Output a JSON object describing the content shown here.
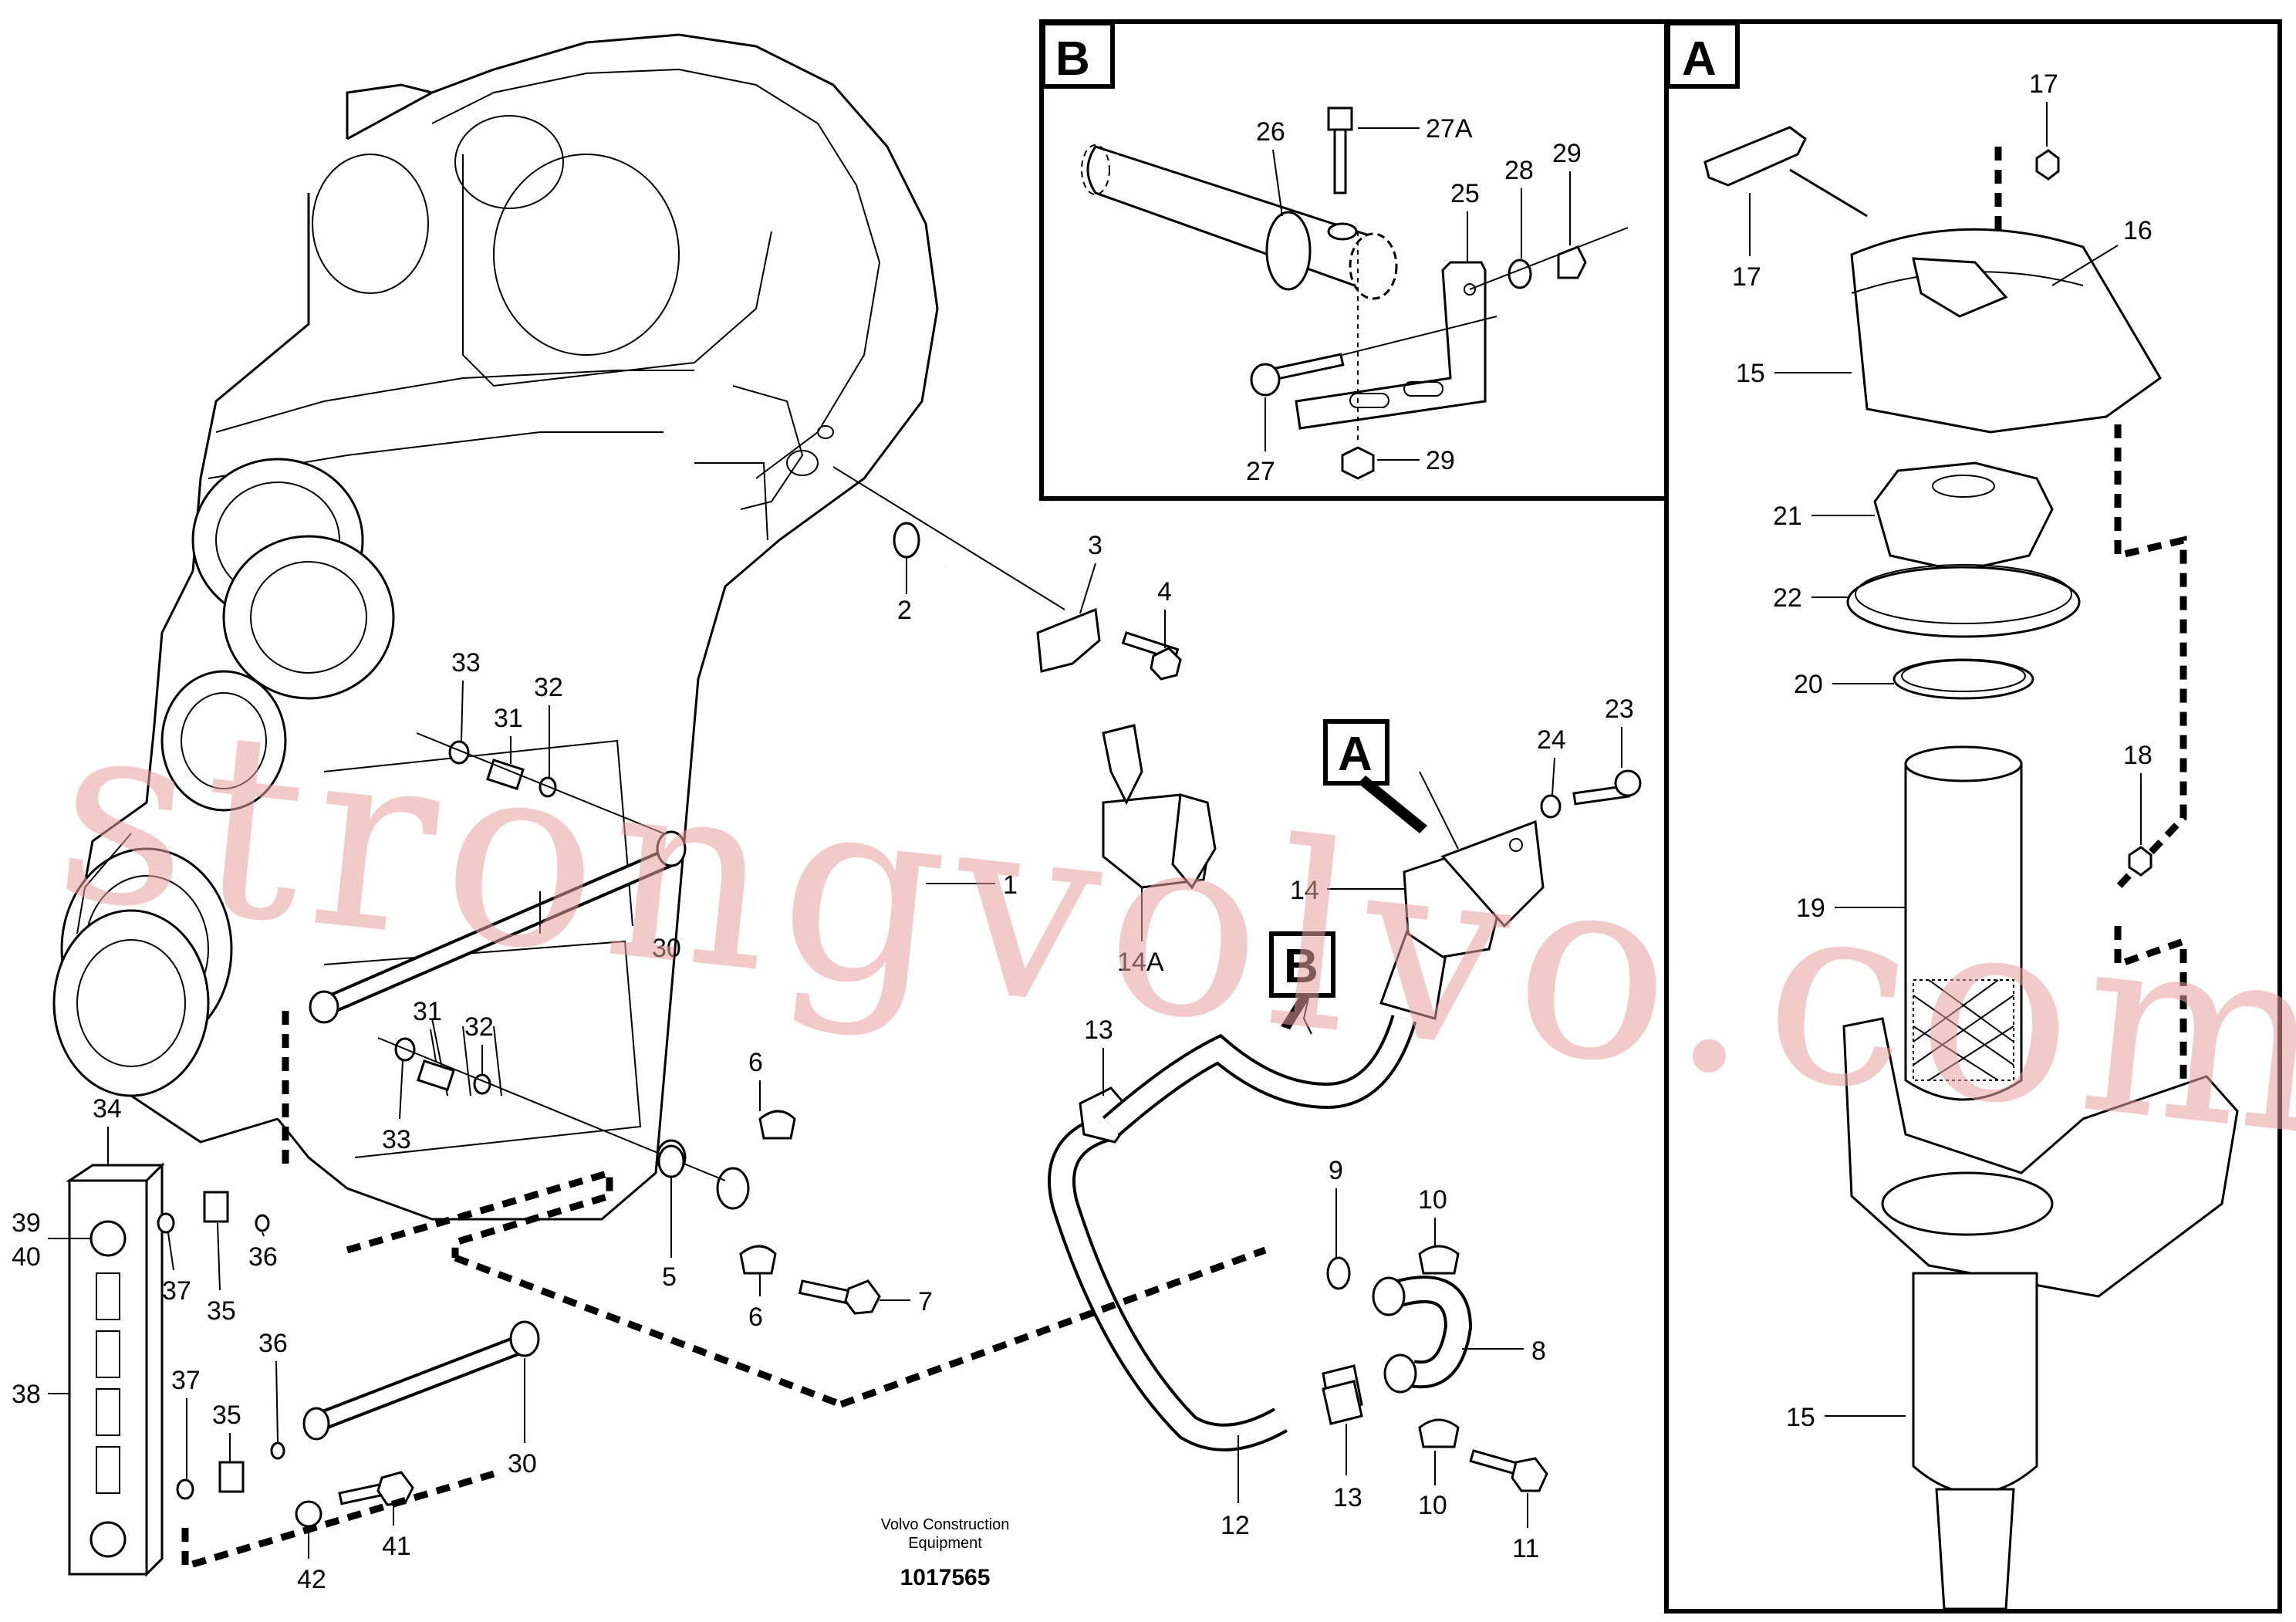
{
  "insets": {
    "b_letter": "B",
    "a_letter": "A"
  },
  "callouts": {
    "a": "A",
    "b": "B"
  },
  "labels": {
    "p1": "1",
    "p2": "2",
    "p3": "3",
    "p4": "4",
    "p5": "5",
    "p6a": "6",
    "p6b": "6",
    "p7": "7",
    "p8": "8",
    "p9": "9",
    "p10a": "10",
    "p10b": "10",
    "p11": "11",
    "p12": "12",
    "p13a": "13",
    "p13b": "13",
    "p14": "14",
    "p14a": "14A",
    "p15a": "15",
    "p15b": "15",
    "p16": "16",
    "p17a": "17",
    "p17b": "17",
    "p18": "18",
    "p19": "19",
    "p20": "20",
    "p21": "21",
    "p22": "22",
    "p23": "23",
    "p24": "24",
    "p25": "25",
    "p26": "26",
    "p27": "27",
    "p27a": "27A",
    "p28": "28",
    "p29a": "29",
    "p29b": "29",
    "p30a": "30",
    "p30b": "30",
    "p31a": "31",
    "p31b": "31",
    "p32a": "32",
    "p32b": "32",
    "p33a": "33",
    "p33b": "33",
    "p34": "34",
    "p35a": "35",
    "p35b": "35",
    "p36a": "36",
    "p36b": "36",
    "p37a": "37",
    "p37b": "37",
    "p38": "38",
    "p39": "39",
    "p40": "40",
    "p41": "41",
    "p42": "42"
  },
  "footer": {
    "maker_line1": "Volvo Construction",
    "maker_line2": "Equipment",
    "ref_number": "1017565"
  },
  "watermark": "strongvolvo.com"
}
